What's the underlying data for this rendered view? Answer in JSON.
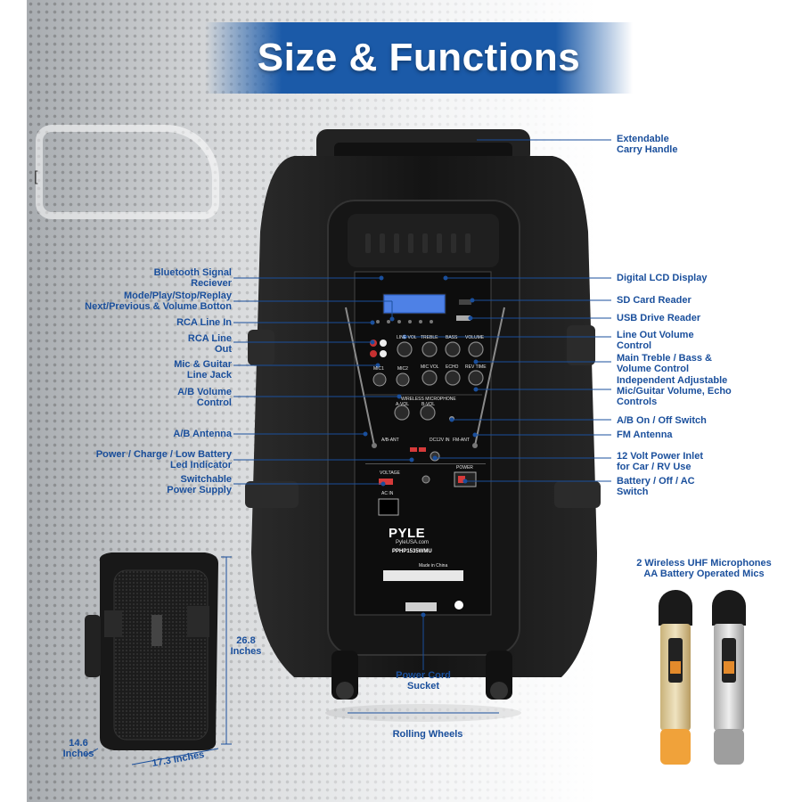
{
  "title": "Size & Functions",
  "callouts_right": [
    {
      "id": "carry-handle",
      "lines": [
        "Extendable",
        "Carry Handle"
      ]
    },
    {
      "id": "lcd-display",
      "lines": [
        "Digital LCD Display"
      ]
    },
    {
      "id": "sd-reader",
      "lines": [
        "SD Card Reader"
      ]
    },
    {
      "id": "usb-reader",
      "lines": [
        "USB Drive Reader"
      ]
    },
    {
      "id": "line-out-volume",
      "lines": [
        "Line Out Volume",
        "Control"
      ]
    },
    {
      "id": "treble-bass",
      "lines": [
        "Main Treble / Bass &",
        "Volume Control"
      ]
    },
    {
      "id": "mic-guitar-echo",
      "lines": [
        "Independent Adjustable",
        "Mic/Guitar Volume, Echo",
        "Controls"
      ]
    },
    {
      "id": "ab-switch",
      "lines": [
        "A/B On / Off Switch"
      ]
    },
    {
      "id": "fm-antenna",
      "lines": [
        "FM Antenna"
      ]
    },
    {
      "id": "power-inlet",
      "lines": [
        "12 Volt Power Inlet",
        "for Car / RV Use"
      ]
    },
    {
      "id": "battery-switch",
      "lines": [
        "Battery / Off / AC",
        "Switch"
      ]
    }
  ],
  "callouts_left": [
    {
      "id": "bluetooth",
      "lines": [
        "Bluetooth Signal",
        "Reciever"
      ]
    },
    {
      "id": "mode-buttons",
      "lines": [
        "Mode/Play/Stop/Replay",
        "Next/Previous & Volume Botton"
      ]
    },
    {
      "id": "rca-in",
      "lines": [
        "RCA Line In"
      ]
    },
    {
      "id": "rca-out",
      "lines": [
        "RCA Line",
        "Out"
      ]
    },
    {
      "id": "mic-guitar-jack",
      "lines": [
        "Mic & Guitar",
        "Line Jack"
      ]
    },
    {
      "id": "ab-volume",
      "lines": [
        "A/B Volume",
        "Control"
      ]
    },
    {
      "id": "ab-antenna",
      "lines": [
        "A/B Antenna"
      ]
    },
    {
      "id": "power-led",
      "lines": [
        "Power / Charge / Low Battery",
        "Led Indicator"
      ]
    },
    {
      "id": "switchable-power",
      "lines": [
        "Switchable",
        "Power Supply"
      ]
    }
  ],
  "bottom_callouts": {
    "power_cord": [
      "Power Cord",
      "Sucket"
    ],
    "wheels": "Rolling Wheels"
  },
  "dimensions": {
    "height": [
      "26.8",
      "Inches"
    ],
    "depth": [
      "14.6",
      "Inches"
    ],
    "width": "17.3 Inches"
  },
  "microphones": {
    "title_line1": "2 Wireless UHF Microphones",
    "title_line2": "AA Battery Operated Mics"
  },
  "speaker": {
    "brand": "PYLE",
    "url": "PyleUSA.com",
    "model": "PPHP1535WMU",
    "panel_labels": {
      "line_vol": "LINE VOL",
      "treble": "TREBLE",
      "bass": "BASS",
      "volume": "VOLUME",
      "mic1": "MIC1",
      "mic2": "MIC2",
      "mic_vol": "MIC VOL",
      "echo": "ECHO",
      "rev_time": "REV TIME",
      "wireless_mic": "WIRELESS MICROPHONE",
      "a_vol": "A-VOL",
      "b_vol": "B-VOL",
      "ab_ant": "A/B-ANT",
      "fm_ant": "FM-ANT",
      "dc_in": "DC12V IN",
      "ac_in": "AC IN",
      "power": "POWER",
      "voltage": "VOLTAGE",
      "made_in": "Made in China"
    }
  },
  "colors": {
    "accent": "#1a4f9c",
    "banner": "#1b5aa8",
    "speaker_body": "#1e1e1e",
    "lcd": "#3a6fd8"
  }
}
